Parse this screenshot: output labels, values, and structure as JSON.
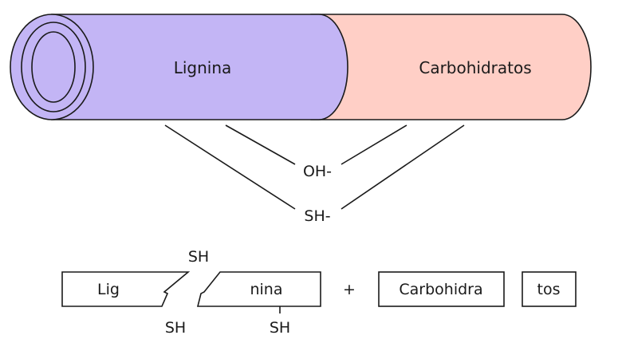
{
  "cylinder": {
    "lignin_label": "Lignina",
    "carbohydrate_label": "Carbohidratos",
    "lignin_color": "#c3b5f5",
    "carbohydrate_color": "#ffcfc6",
    "outline_color": "#1a1a1a"
  },
  "reagents": {
    "oh_label": "OH-",
    "sh_label": "SH-"
  },
  "products": {
    "sh_top": "SH",
    "lig_left": "Lig",
    "lig_right": "nina",
    "sh_bottom_left": "SH",
    "sh_bottom_right": "SH",
    "plus": "+",
    "carb_left": "Carbohidra",
    "carb_right": "tos"
  }
}
